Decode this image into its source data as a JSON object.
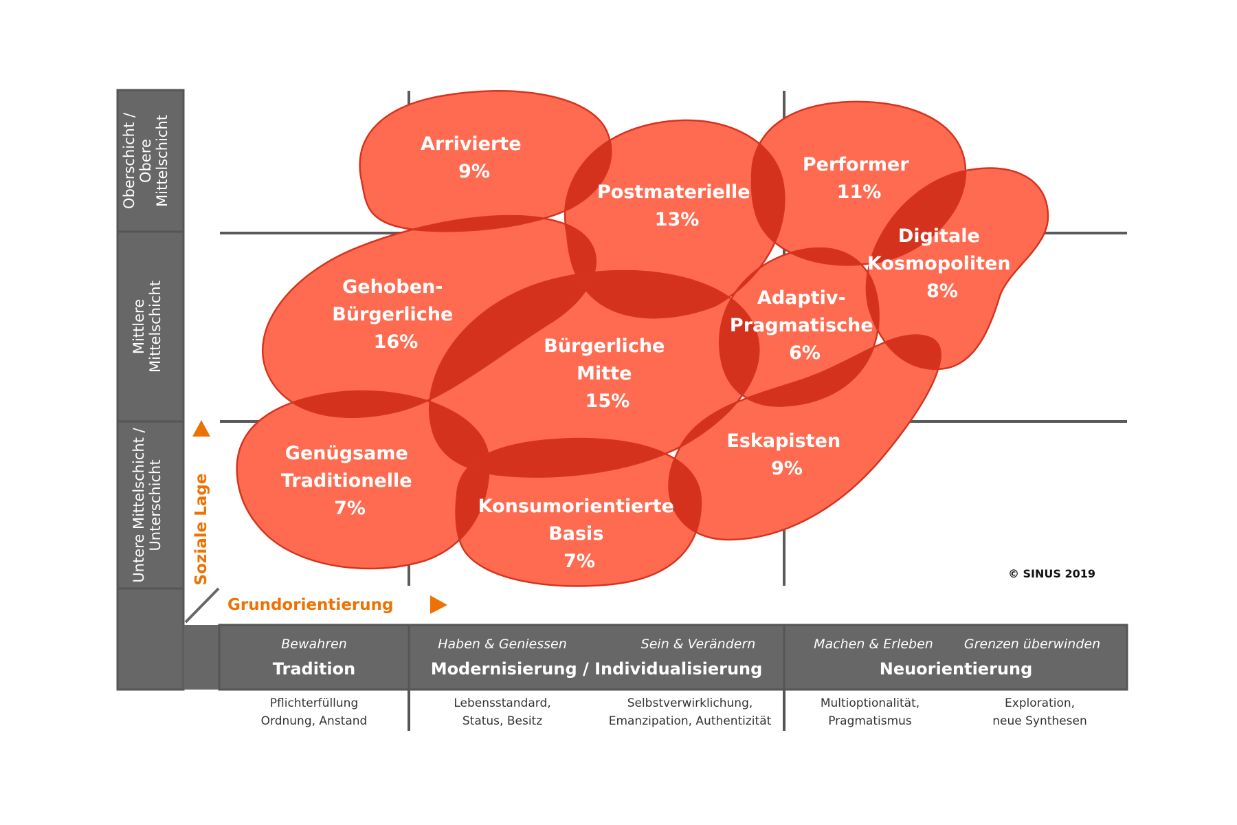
{
  "colors": {
    "frame": "#676767",
    "milieu_fill": "#ff6b51",
    "milieu_overlap": "#d4321c",
    "milieu_stroke": "#d6331f",
    "accent": "#ee7203",
    "grid": "#5a5a5a"
  },
  "rows": [
    {
      "label_lines": [
        "Oberschicht /",
        "Obere",
        "Mittelschicht"
      ]
    },
    {
      "label_lines": [
        "Mittlere",
        "Mittelschicht"
      ]
    },
    {
      "label_lines": [
        "Untere Mittelschicht /",
        "Unterschicht"
      ]
    }
  ],
  "axes": {
    "vertical_label": "Soziale Lage",
    "horizontal_label": "Grundorientierung"
  },
  "columns": [
    {
      "subs": [
        "Bewahren"
      ],
      "title": "Tradition"
    },
    {
      "subs": [
        "Haben & Geniessen",
        "Sein & Verändern"
      ],
      "title": "Modernisierung / Individualisierung"
    },
    {
      "subs": [
        "Machen & Erleben",
        "Grenzen überwinden"
      ],
      "title": "Neuorientierung"
    }
  ],
  "values": [
    {
      "lines": [
        "Pflichterfüllung",
        "Ordnung, Anstand"
      ]
    },
    {
      "lines": [
        "Lebensstandard,",
        "Status, Besitz"
      ]
    },
    {
      "lines": [
        "Selbstverwirklichung,",
        "Emanzipation, Authentizität"
      ]
    },
    {
      "lines": [
        "Multioptionalität,",
        "Pragmatismus"
      ]
    },
    {
      "lines": [
        "Exploration,",
        "neue Synthesen"
      ]
    }
  ],
  "milieus": [
    {
      "id": "arrivierte",
      "lines": [
        "Arrivierte",
        "9%"
      ],
      "share": 9
    },
    {
      "id": "postmaterielle",
      "lines": [
        "Postmaterielle",
        "13%"
      ],
      "share": 13
    },
    {
      "id": "performer",
      "lines": [
        "Performer",
        "11%"
      ],
      "share": 11
    },
    {
      "id": "digitale-kosmopoliten",
      "lines": [
        "Digitale",
        "Kosmopoliten",
        "8%"
      ],
      "share": 8
    },
    {
      "id": "gehoben-buergerliche",
      "lines": [
        "Gehoben-",
        "Bürgerliche",
        "16%"
      ],
      "share": 16
    },
    {
      "id": "buergerliche-mitte",
      "lines": [
        "Bürgerliche",
        "Mitte",
        "15%"
      ],
      "share": 15
    },
    {
      "id": "adaptiv-pragmatische",
      "lines": [
        "Adaptiv-",
        "Pragmatische",
        "6%"
      ],
      "share": 6
    },
    {
      "id": "genuegsame-traditionelle",
      "lines": [
        "Genügsame",
        "Traditionelle",
        "7%"
      ],
      "share": 7
    },
    {
      "id": "konsumorientierte-basis",
      "lines": [
        "Konsumorientierte",
        "Basis",
        "7%"
      ],
      "share": 7
    },
    {
      "id": "eskapisten",
      "lines": [
        "Eskapisten",
        "9%"
      ],
      "share": 9
    }
  ],
  "copyright": "© SINUS 2019"
}
